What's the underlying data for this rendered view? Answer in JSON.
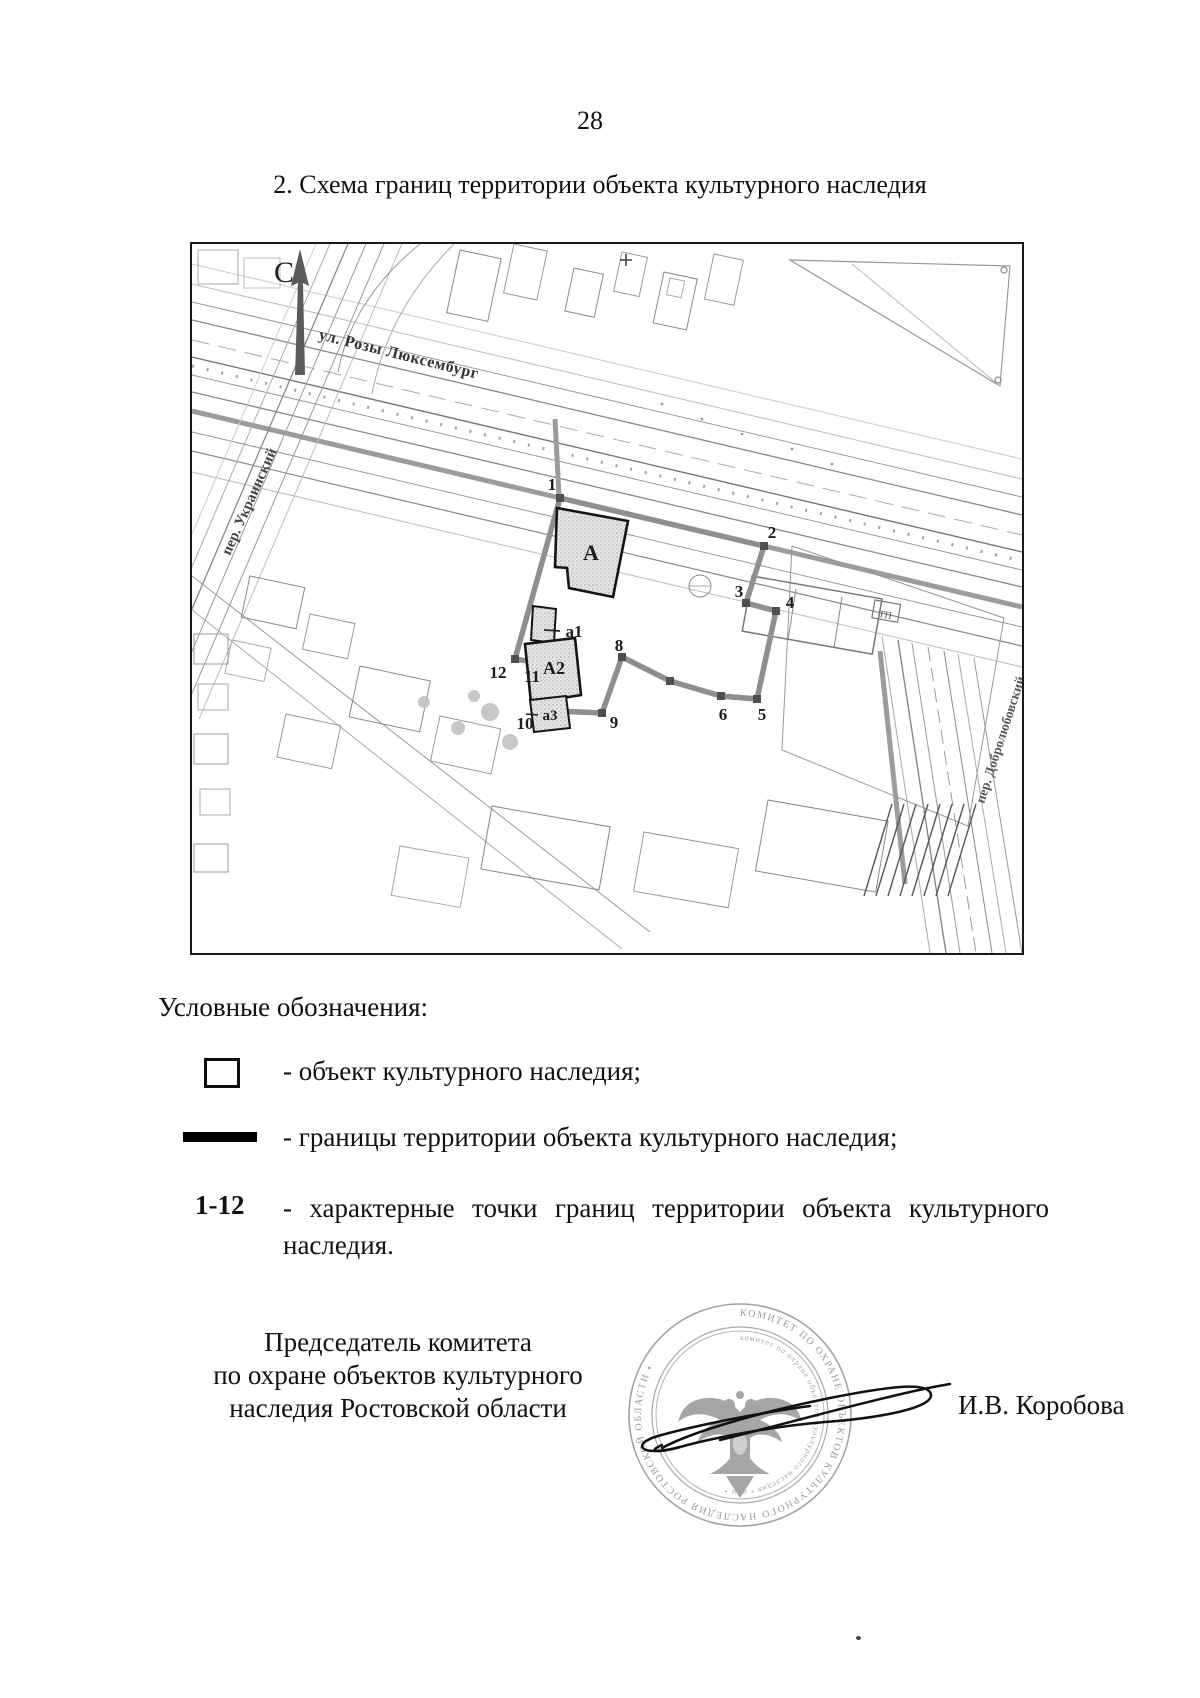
{
  "page": {
    "number": "28",
    "title": "2. Схема границ территории объекта культурного наследия"
  },
  "map": {
    "north_label": "С",
    "streets": {
      "luxemburg": "ул. Розы Люксембург",
      "ukrainsky": "пер. Украинский",
      "dobrolyubovsky": "пер. Добролюбовский"
    },
    "buildings": {
      "a": "А",
      "a1": "а1",
      "a2": "А2",
      "a3": "а3",
      "tp": "ТП"
    },
    "point_labels": [
      "1",
      "2",
      "3",
      "4",
      "5",
      "6",
      "8",
      "9",
      "10",
      "11",
      "12"
    ]
  },
  "legend": {
    "heading": "Условные обозначения:",
    "items": [
      {
        "symbol": "square",
        "text": "- объект культурного наследия;"
      },
      {
        "symbol": "thick-line",
        "text": "- границы территории объекта культурного наследия;"
      },
      {
        "symbol": "1-12",
        "text": "- характерные точки границ территории объекта культурного наследия."
      }
    ]
  },
  "signature": {
    "position_lines": [
      "Председатель комитета",
      "по охране объектов культурного",
      "наследия Ростовской области"
    ],
    "name": "И.В. Коробова",
    "stamp": {
      "outer_ring": "КОМИТЕТ ПО ОХРАНЕ ОБЪЕКТОВ КУЛЬТУРНОГО НАСЛЕДИЯ РОСТОВСКОЙ ОБЛАСТИ • ",
      "inner_ring": "комитет по охране объектов культурного наследия • инн •"
    }
  }
}
